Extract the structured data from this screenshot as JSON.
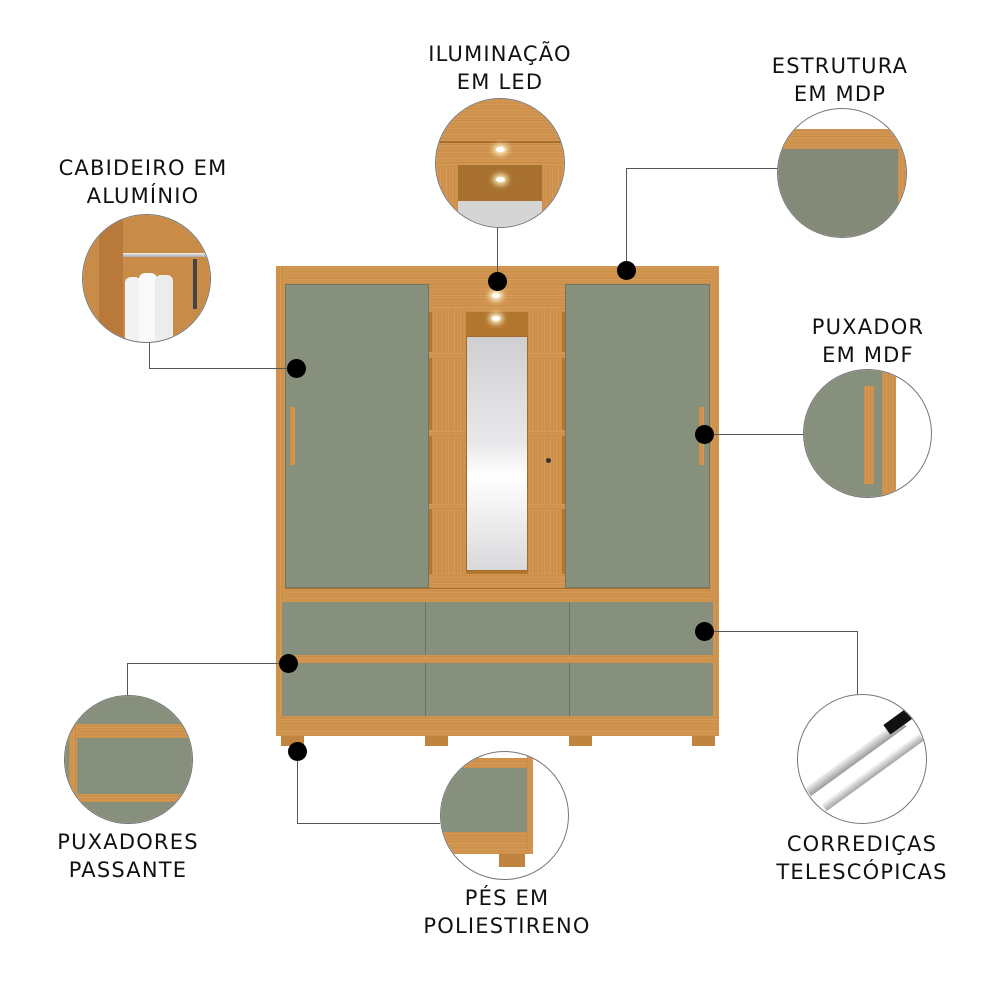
{
  "callouts": {
    "led": {
      "line1": "ILUMINAÇÃO",
      "line2": "EM LED"
    },
    "structure": {
      "line1": "ESTRUTURA",
      "line2": "EM MDP"
    },
    "hanger": {
      "line1": "CABIDEIRO EM",
      "line2": "ALUMÍNIO"
    },
    "handle": {
      "line1": "PUXADOR",
      "line2": "EM MDF"
    },
    "drawer_handles": {
      "line1": "PUXADORES",
      "line2": "PASSANTE"
    },
    "feet": {
      "line1": "PÉS EM",
      "line2": "POLIESTIRENO"
    },
    "slides": {
      "line1": "CORREDIÇAS",
      "line2": "TELESCÓPICAS"
    }
  },
  "colors": {
    "wood": "#c98c48",
    "panel_green": "#87907c",
    "dot": "#000000",
    "line": "#555555"
  }
}
